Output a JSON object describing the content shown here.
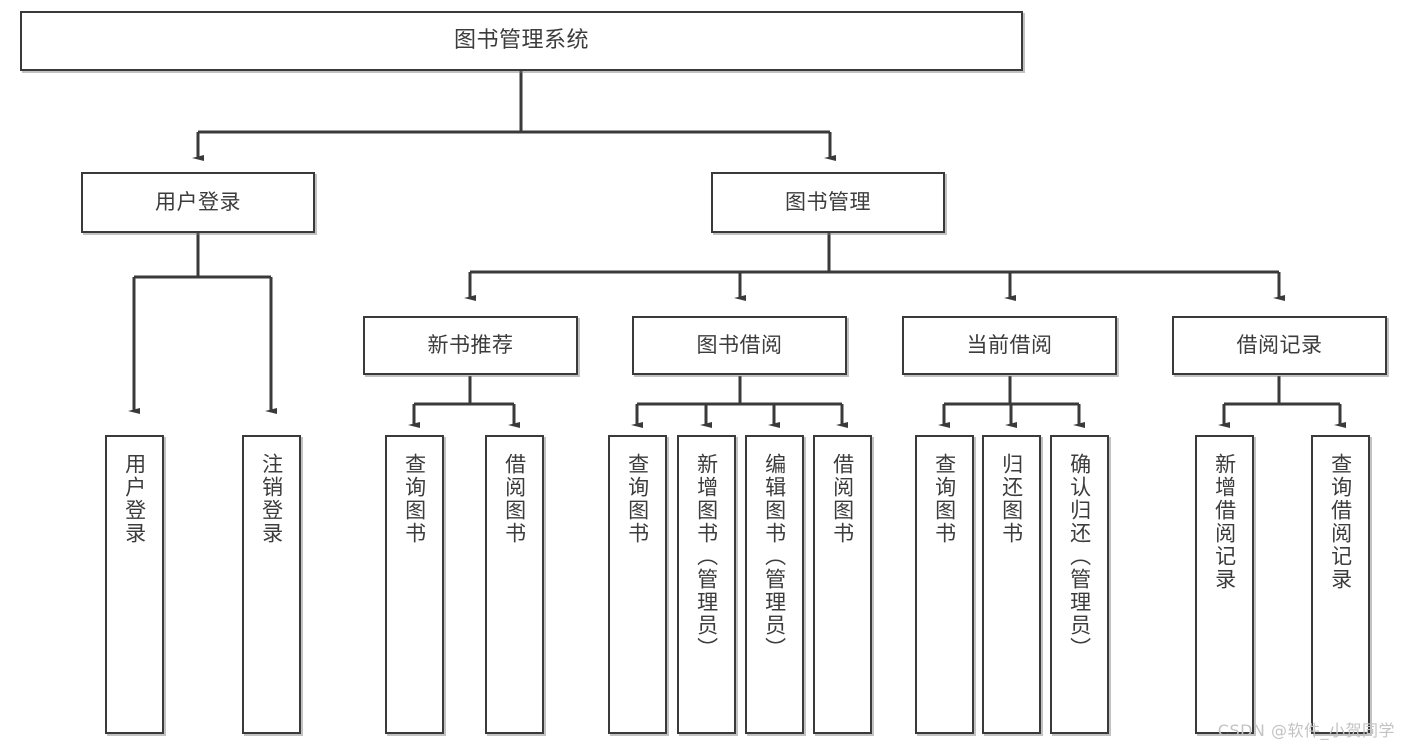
{
  "diagram": {
    "title": "图书管理系统",
    "type": "tree-hierarchy-diagram",
    "theme": {
      "background": "#ffffff",
      "box_border": "#3a3a3a",
      "box_fill": "#ffffff",
      "connector": "#3a3a3a",
      "text": "#3c3c3c",
      "watermark": "#c3c3c3"
    },
    "watermark": "CSDN @软件_小贺同学",
    "nodes": {
      "root": {
        "label": "图书管理系统"
      },
      "level2": [
        {
          "label": "用户登录"
        },
        {
          "label": "图书管理"
        }
      ],
      "level3": [
        {
          "label": "新书推荐"
        },
        {
          "label": "图书借阅"
        },
        {
          "label": "当前借阅"
        },
        {
          "label": "借阅记录"
        }
      ],
      "leaves": {
        "user_login": [
          {
            "label": "用户登录"
          },
          {
            "label": "注销登录"
          }
        ],
        "new_book_recommend": [
          {
            "label": "查询图书"
          },
          {
            "label": "借阅图书"
          }
        ],
        "book_borrow": [
          {
            "label": "查询图书"
          },
          {
            "label": "新增图书（管理员）"
          },
          {
            "label": "编辑图书（管理员）"
          },
          {
            "label": "借阅图书"
          }
        ],
        "current_borrow": [
          {
            "label": "查询图书"
          },
          {
            "label": "归还图书"
          },
          {
            "label": "确认归还（管理员）"
          }
        ],
        "borrow_record": [
          {
            "label": "新增借阅记录"
          },
          {
            "label": "查询借阅记录"
          }
        ]
      }
    }
  }
}
